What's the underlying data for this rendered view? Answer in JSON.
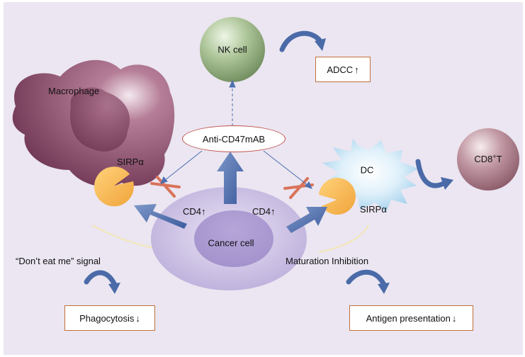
{
  "colors": {
    "background": "#ebe6f1",
    "macrophage": "#8a4a66",
    "cancer_cell": "#c9bde2",
    "nk_cell": "#9eb887",
    "dc": "#bfe0f3",
    "cd8t": "#b28491",
    "sirpa": "#f6b34e",
    "arrow_blue": "#4f6fb0",
    "block_red": "#d9735a"
  },
  "labels": {
    "nk_cell": "NK cell",
    "adcc": "ADCC",
    "macrophage": "Macrophage",
    "anti_cd47": "Anti-CD47mAB",
    "dc": "DC",
    "cd8t_base": "CD8",
    "cd8t_sup": "+",
    "cd8t_tail": "T",
    "sirpa_left": "SIRPα",
    "sirpa_right": "SIRPα",
    "cd47_left": "CD4",
    "cd47_right": "CD4",
    "cancer_cell": "Cancer cell",
    "dont_eat_me": "“Don’t eat me” signal",
    "maturation_inhibition": "Maturation Inhibition",
    "phagocytosis": "Phagocytosis",
    "antigen_presentation": "Antigen presentation",
    "up_arrow": "↑",
    "down_arrow": "↓"
  },
  "icons": [
    "curved-arrow-icon",
    "up-arrow-icon",
    "down-arrow-icon",
    "block-icon"
  ]
}
